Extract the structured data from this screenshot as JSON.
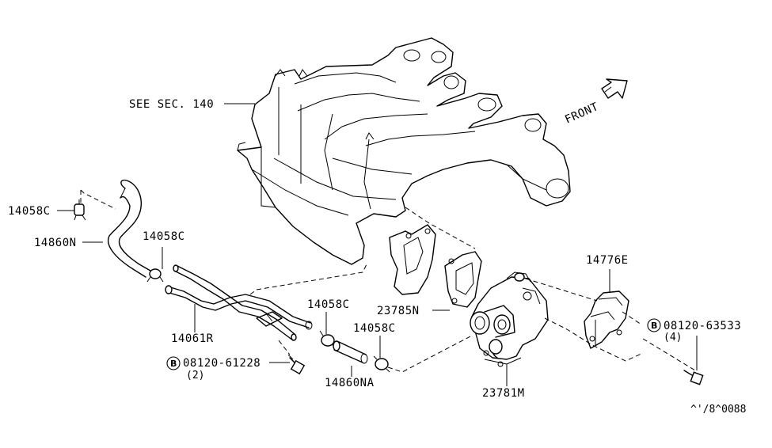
{
  "labels": {
    "see_sec": "SEE SEC. 140",
    "front": "FRONT",
    "p14058c_a": "14058C",
    "p14860n": "14860N",
    "p14058c_b": "14058C",
    "p14061r": "14061R",
    "bolt1_code": "08120-61228",
    "bolt1_qty": "(2)",
    "p14058c_c": "14058C",
    "p14058c_d": "14058C",
    "p14860na": "14860NA",
    "p23785n": "23785N",
    "p23781m": "23781M",
    "p14776e": "14776E",
    "bolt2_code": "08120-63533",
    "bolt2_qty": "(4)",
    "bolt_symbol": "B",
    "ref_code": "^'/8^0088"
  }
}
